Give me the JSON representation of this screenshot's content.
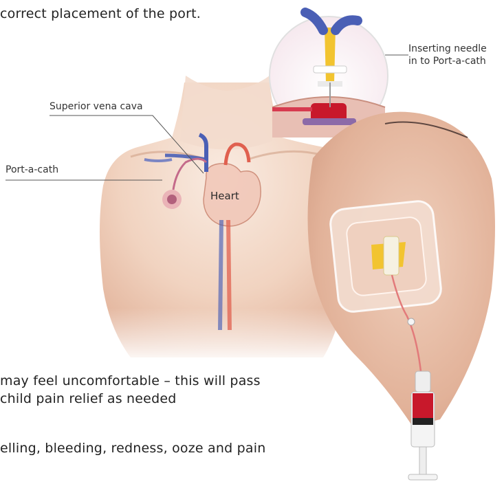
{
  "body_text": {
    "top_line": "correct placement of the port.",
    "bottom_line_1": "may feel uncomfortable – this will pass",
    "bottom_line_2": "child pain relief as needed",
    "bottom_line_3": "elling, bleeding, redness, ooze and pain"
  },
  "diagram_labels": {
    "superior_vena_cava": "Superior vena cava",
    "port_a_cath": "Port-a-cath",
    "heart": "Heart",
    "inserting_needle_line_1": "Inserting needle",
    "inserting_needle_line_2": "in to Port-a-cath"
  },
  "colors": {
    "skin_light": "#f6e4d8",
    "skin_mid": "#ecc9b3",
    "skin_shadow": "#d9a88e",
    "vein_blue": "#4a5fb5",
    "artery_red": "#e0604f",
    "needle_yellow": "#f2c430",
    "dressing": "#f3ddd0",
    "tube_red": "#c8182b",
    "callout_line": "#555555"
  }
}
